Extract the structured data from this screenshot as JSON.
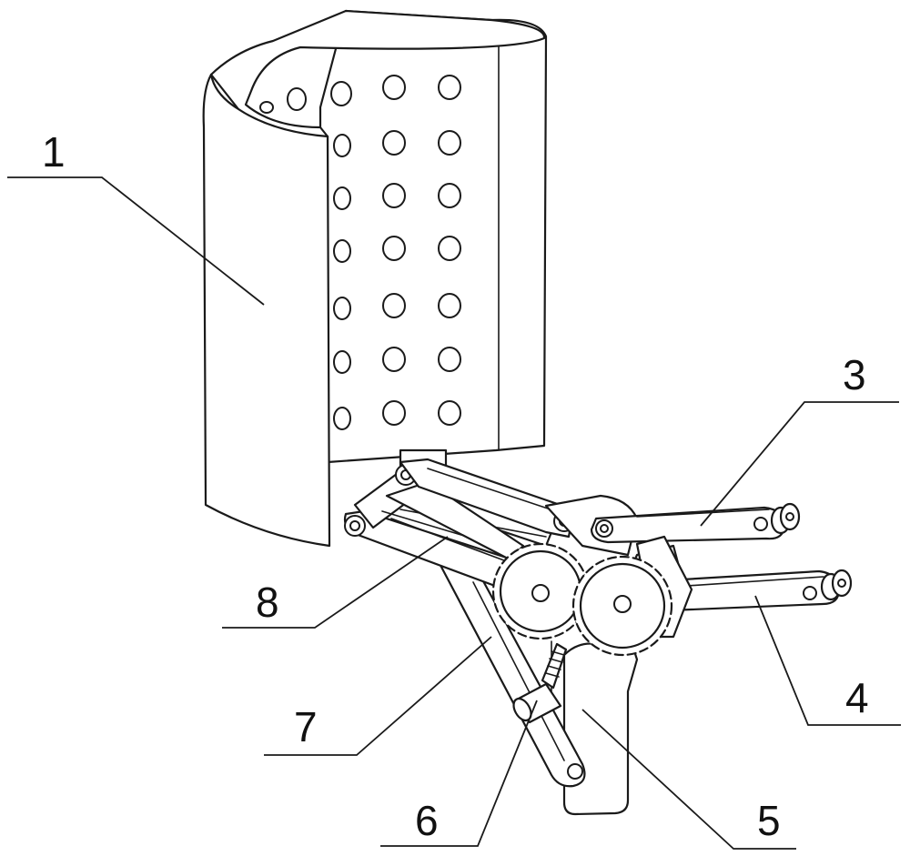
{
  "labels": [
    {
      "id": "1",
      "text": "1"
    },
    {
      "id": "3",
      "text": "3"
    },
    {
      "id": "4",
      "text": "4"
    },
    {
      "id": "5",
      "text": "5"
    },
    {
      "id": "6",
      "text": "6"
    },
    {
      "id": "7",
      "text": "7"
    },
    {
      "id": "8",
      "text": "8"
    }
  ]
}
